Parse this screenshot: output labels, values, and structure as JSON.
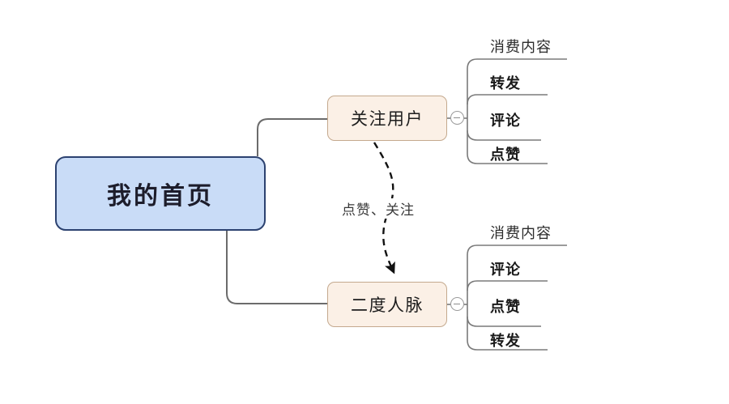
{
  "diagram": {
    "type": "mind-map",
    "title_node": "我的首页",
    "root": {
      "label": "我的首页",
      "fill": "#c9dcf7",
      "border": "#2c4270"
    },
    "branches": [
      {
        "label": "关注用户",
        "fill": "#fbf0e6",
        "border": "#c4a98e",
        "toggle_icon": "minus-circle-icon",
        "toggle_state": "expanded",
        "header": "消费内容",
        "leaves": [
          "转发",
          "评论",
          "点赞"
        ]
      },
      {
        "label": "二度人脉",
        "fill": "#fbf0e6",
        "border": "#c4a98e",
        "toggle_icon": "minus-circle-icon",
        "toggle_state": "expanded",
        "header": "消费内容",
        "leaves": [
          "评论",
          "点赞",
          "转发"
        ]
      }
    ],
    "relation": {
      "label": "点赞、关注",
      "from": "关注用户",
      "to": "二度人脉",
      "style": "dashed",
      "arrow": "filled-triangle",
      "color": "#111111"
    },
    "connector_color": "#6b6b6b"
  }
}
